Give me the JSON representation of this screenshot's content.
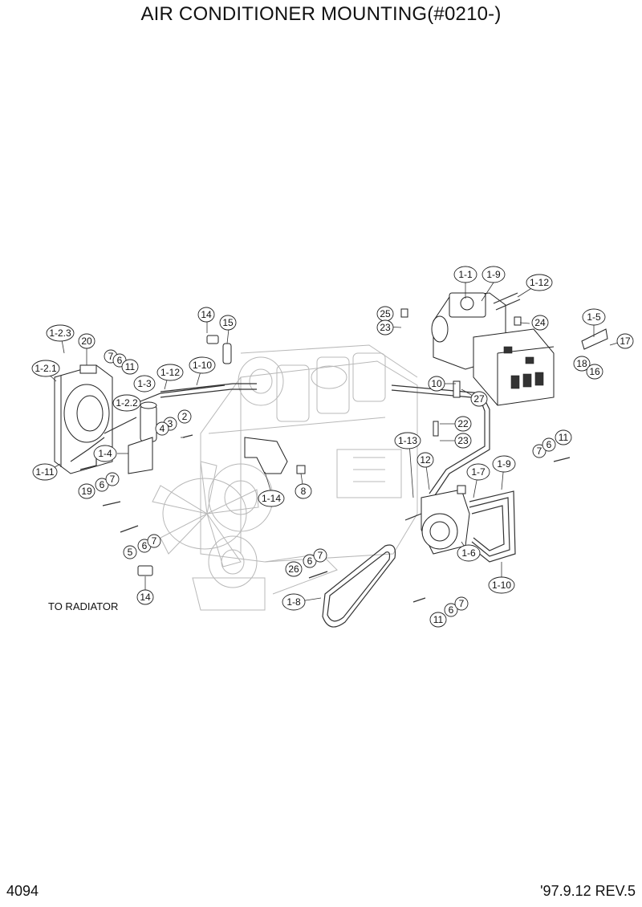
{
  "title": "AIR CONDITIONER MOUNTING(#0210-)",
  "footer": {
    "page": "4094",
    "revision": "'97.9.12  REV.5"
  },
  "note": "TO RADIATOR",
  "callouts": [
    "1-1",
    "1-9",
    "1-12",
    "25",
    "23",
    "24",
    "1-5",
    "17",
    "18",
    "16",
    "1-2.3",
    "20",
    "14",
    "15",
    "7",
    "6",
    "11",
    "1-2.1",
    "1-3",
    "1-12",
    "1-10",
    "10",
    "27",
    "1-2.2",
    "3",
    "2",
    "4",
    "22",
    "23",
    "1-13",
    "1-4",
    "1-11",
    "12",
    "7",
    "6",
    "11",
    "1-7",
    "1-9",
    "19",
    "6",
    "7",
    "8",
    "1-14",
    "5",
    "6",
    "7",
    "1-6",
    "26",
    "6",
    "7",
    "1-10",
    "14",
    "1-8",
    "6",
    "7",
    "11"
  ]
}
